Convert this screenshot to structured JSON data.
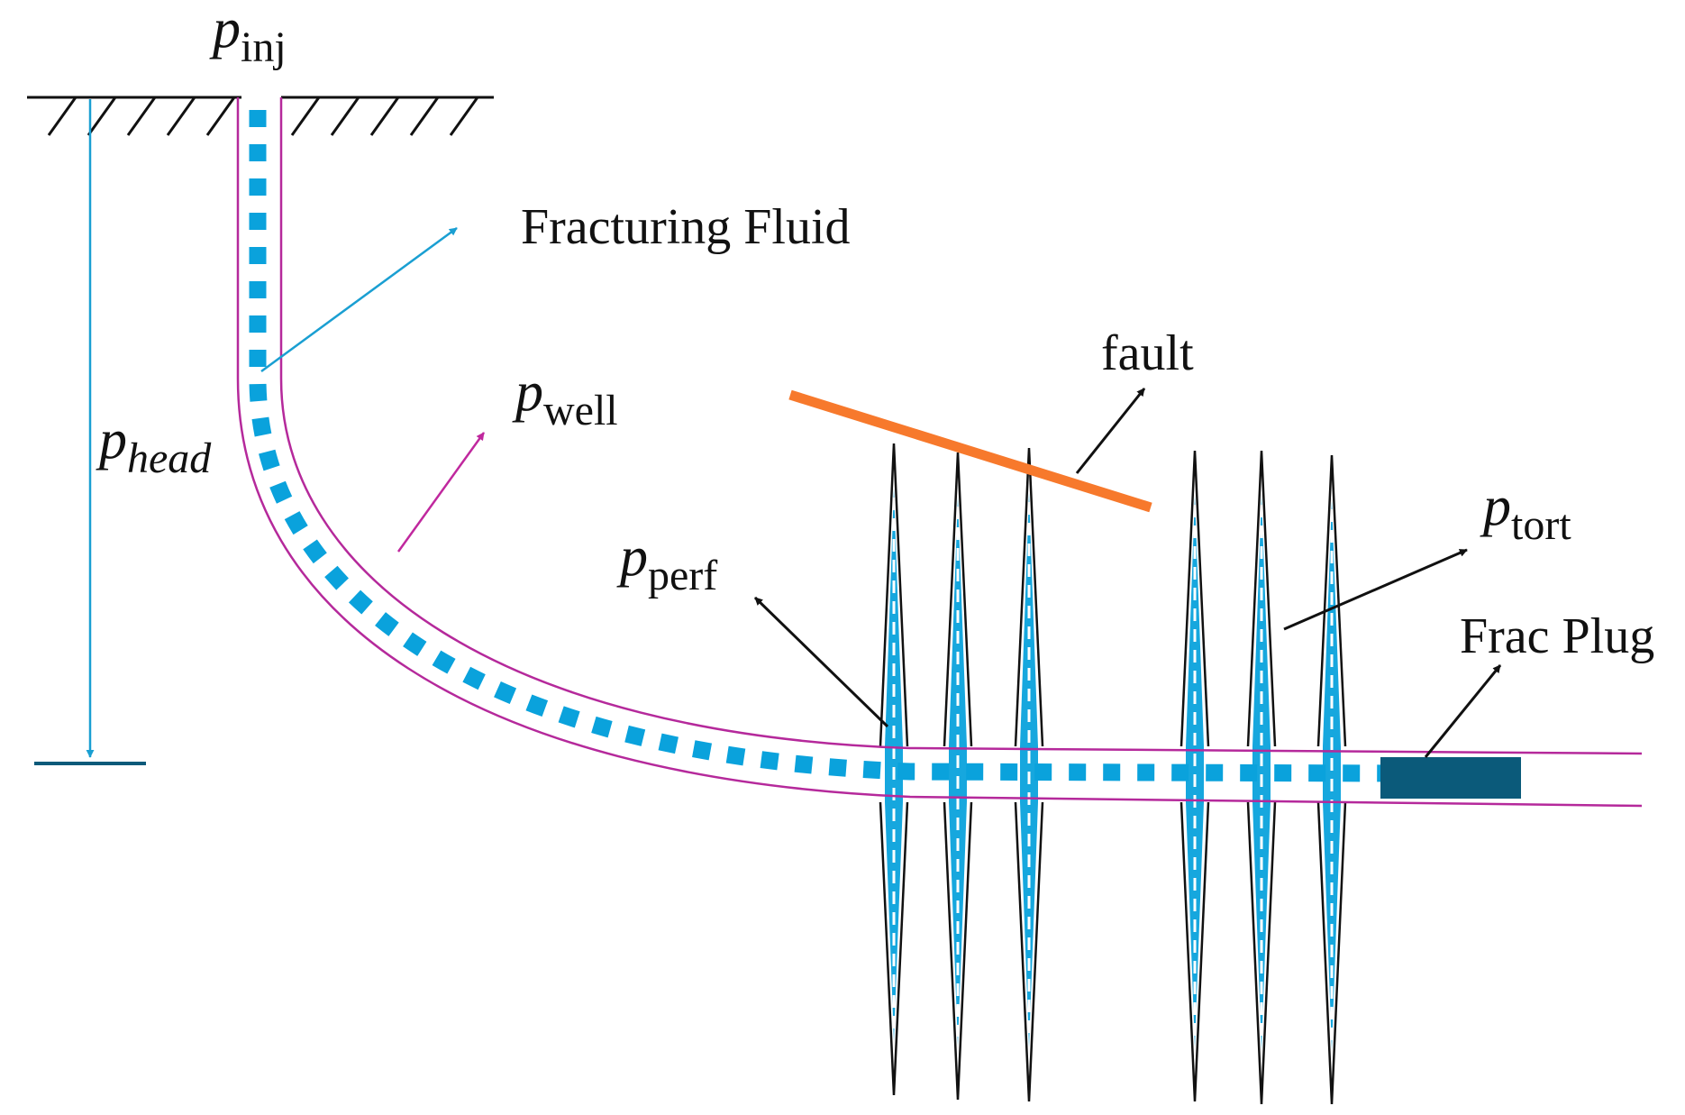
{
  "labels": {
    "fracturing_fluid": "Fracturing Fluid",
    "fault": "fault",
    "frac_plug": "Frac Plug"
  },
  "pressures": {
    "inj": {
      "symbol": "p",
      "subscript": "inj"
    },
    "head": {
      "symbol": "p",
      "subscript": "head"
    },
    "well": {
      "symbol": "p",
      "subscript": "well"
    },
    "perf": {
      "symbol": "p",
      "subscript": "perf"
    },
    "tort": {
      "symbol": "p",
      "subscript": "tort"
    }
  },
  "colors": {
    "wellbore": "#b5299b",
    "fluid": "#0aa2dc",
    "depth_line": "#1a9fd2",
    "well_arrow": "#c0289e",
    "fault": "#f7792c",
    "plug": "#0b5a7a",
    "ink": "#111111"
  }
}
